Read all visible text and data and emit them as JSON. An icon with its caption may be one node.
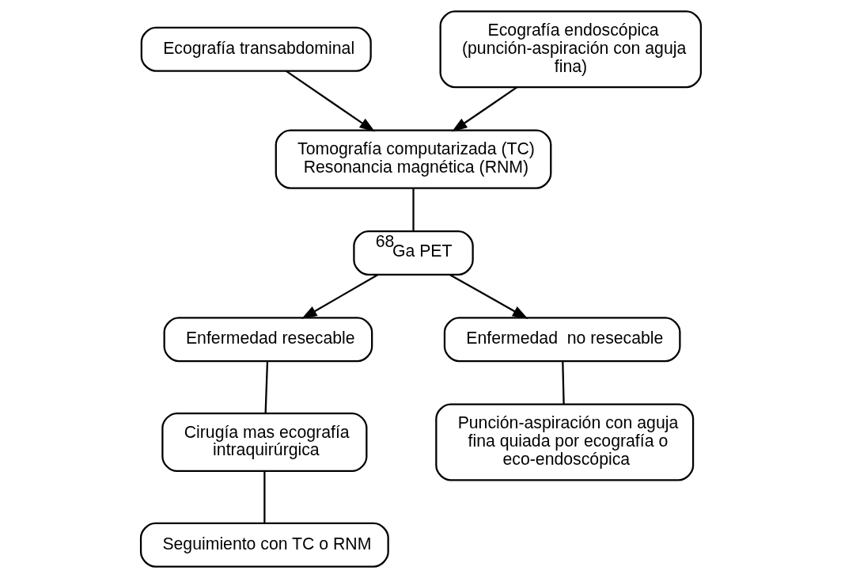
{
  "diagram": {
    "nodes": [
      {
        "text": [
          "Ecografía transabdominal"
        ]
      },
      {
        "text": [
          "Ecografía endoscópica (punción-aspiración con aguja fina)"
        ]
      },
      {
        "text": [
          "Tomografía computarizada (TC) Resonancia magnética (RNM)"
        ]
      },
      {
        "text": [
          "$^{68}$Ga PET"
        ]
      },
      {
        "text": [
          "Enfermedad resecable"
        ]
      },
      {
        "text": [
          "Enfermedad  no resecable"
        ]
      },
      {
        "text": [
          "Cirugía mas ecografía intraquirúrgica"
        ]
      },
      {
        "text": [
          "Seguimiento con TC o RNM"
        ]
      },
      {
        "text": [
          "Punción-aspiración con aguja fina quiada por ecografía o eco-endoscópica"
        ]
      }
    ],
    "edges": [
      {
        "from": 0,
        "to": 2,
        "arrow": "to"
      },
      {
        "from": 1,
        "to": 2,
        "arrow": "to"
      },
      {
        "from": 2,
        "to": 3,
        "arrow": "none"
      },
      {
        "from": 3,
        "to": 4,
        "arrow": "to"
      },
      {
        "from": 3,
        "to": 5,
        "arrow": "to"
      },
      {
        "from": 4,
        "to": 6,
        "arrow": "none"
      },
      {
        "from": 6,
        "to": 7,
        "arrow": "none"
      },
      {
        "from": 5,
        "to": 8,
        "arrow": "none"
      }
    ]
  }
}
